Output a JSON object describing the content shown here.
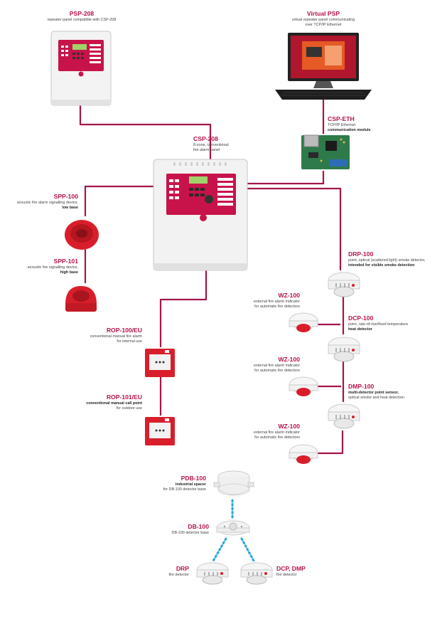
{
  "colors": {
    "accent": "#b5124a",
    "wire": "#a3154b",
    "dotted": "#2aa6dc",
    "device_red": "#d91e2b"
  },
  "labels": {
    "psp208": {
      "title": "PSP-208",
      "desc": "repeater panel compatible with CSP-208"
    },
    "vpsp": {
      "title": "Virtual PSP",
      "desc1": "virtual repeater panel communicating",
      "desc2": "over TCP/IP Ethernet"
    },
    "csp_eth": {
      "title": "CSP-ETH",
      "desc1": "TCP/IP Ethernet",
      "desc2": "communication module"
    },
    "csp208": {
      "title": "CSP-208",
      "desc1": "8-zone, conventional",
      "desc2": "fire alarm panel"
    },
    "spp100": {
      "title": "SPP-100",
      "desc1": "acoustic fire alarm signalling device,",
      "desc2": "low base"
    },
    "spp101": {
      "title": "SPP-101",
      "desc1": "acoustic fire signalling device,",
      "desc2": "high base"
    },
    "drp100": {
      "title": "DRP-100",
      "desc1": "point, optical (scattered light) smoke detector,",
      "desc2": "intended for visible smoke detection"
    },
    "wz100a": {
      "title": "WZ-100",
      "desc1": "external fire alarm indicator",
      "desc2": "for automatic fire detectors"
    },
    "dcp100": {
      "title": "DCP-100",
      "desc1": "point, rate-of-rise/fixed temperature",
      "desc2": "heat detector"
    },
    "rop100": {
      "title": "ROP-100/EU",
      "desc1": "conventional manual fire alarm",
      "desc2": "for internal use"
    },
    "wz100b": {
      "title": "WZ-100",
      "desc1": "external fire alarm indicator",
      "desc2": "for automatic fire detectors"
    },
    "dmp100": {
      "title": "DMP-100",
      "desc1": "multi-detector point sensor,",
      "desc2": "optical smoke and heat detection"
    },
    "rop101": {
      "title": "ROP-101/EU",
      "desc1": "conventional manual call point",
      "desc2": "for outdoor use"
    },
    "wz100c": {
      "title": "WZ-100",
      "desc1": "external fire alarm indicator",
      "desc2": "for automatic fire detectors"
    },
    "pdb100": {
      "title": "PDB-100",
      "desc1": "industrial spacer",
      "desc2": "for DB-100 detector base"
    },
    "db100": {
      "title": "DB-100",
      "desc1": "DB-100 detector base"
    },
    "drp": {
      "title": "DRP",
      "desc1": "fire detector"
    },
    "dcpdmp": {
      "title": "DCP, DMP",
      "desc1": "fire detector"
    }
  }
}
